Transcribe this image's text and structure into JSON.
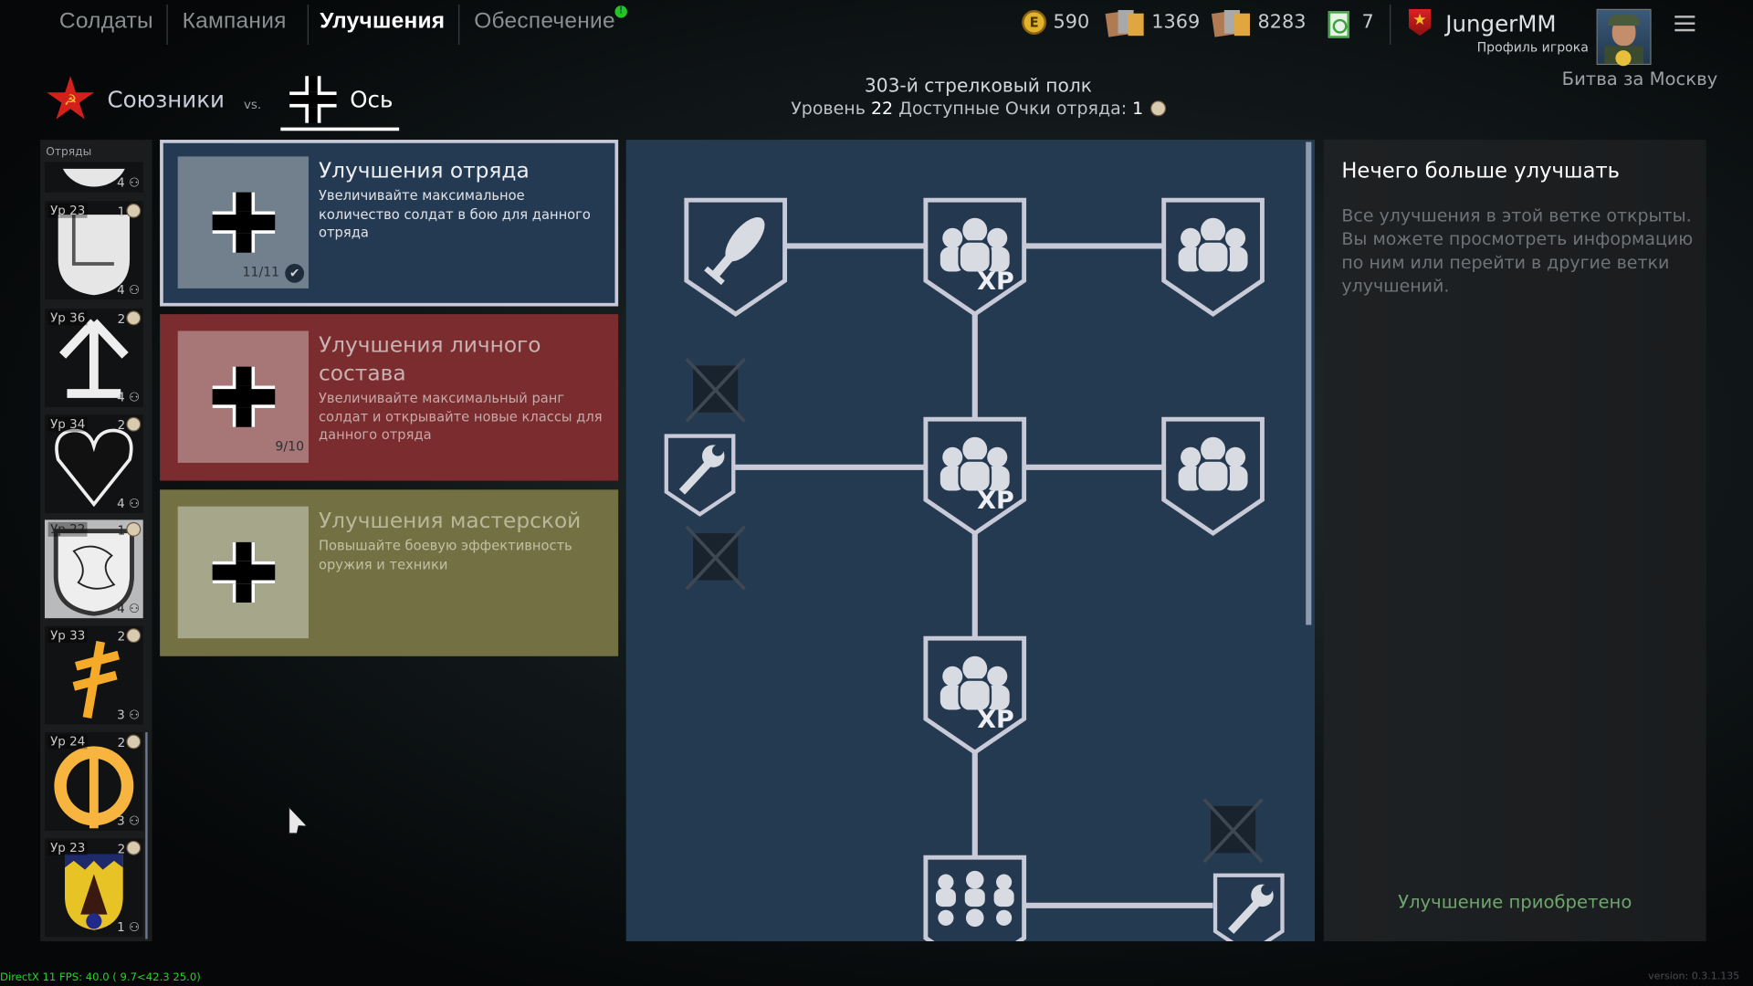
{
  "nav": {
    "tabs": [
      {
        "label": "Солдаты",
        "active": false
      },
      {
        "label": "Кампания",
        "active": false
      },
      {
        "label": "Улучшения",
        "active": true
      },
      {
        "label": "Обеспечение",
        "active": false,
        "badge": "!"
      }
    ]
  },
  "currencies": [
    {
      "icon": "gold-coin-icon",
      "value": "590"
    },
    {
      "icon": "weapon-cards-icon",
      "value": "1369"
    },
    {
      "icon": "soldier-cards-icon",
      "value": "8283"
    },
    {
      "icon": "green-refresh-ticket-icon",
      "value": "7"
    }
  ],
  "player": {
    "name": "JungerMM",
    "profile_label": "Профиль игрока",
    "campaign": "Битва за Москву"
  },
  "factions": {
    "allies": "Союзники",
    "vs": "vs.",
    "axis": "Ось",
    "selected": "axis"
  },
  "squad_header": {
    "name": "303-й стрелковый полк",
    "level_label": "Уровень",
    "level": "22",
    "points_label": "Доступные Очки отряда:",
    "points": "1"
  },
  "sidebar": {
    "title": "Отряды",
    "items": [
      {
        "level": "",
        "points": "",
        "count": "4",
        "selected": false
      },
      {
        "level": "Ур 23",
        "points": "1",
        "count": "4",
        "selected": false
      },
      {
        "level": "Ур 36",
        "points": "2",
        "count": "4",
        "selected": false
      },
      {
        "level": "Ур 34",
        "points": "2",
        "count": "4",
        "selected": false
      },
      {
        "level": "Ур 22",
        "points": "1",
        "count": "4",
        "selected": true
      },
      {
        "level": "Ур 33",
        "points": "2",
        "count": "3",
        "selected": false
      },
      {
        "level": "Ур 24",
        "points": "2",
        "count": "3",
        "selected": false
      },
      {
        "level": "Ур 23",
        "points": "2",
        "count": "1",
        "selected": false
      }
    ]
  },
  "branches": [
    {
      "title": "Улучшения отряда",
      "desc": "Увеличивайте максимальное количество солдат в бою для данного отряда",
      "progress": "11/11",
      "complete": true,
      "color": "#243a52"
    },
    {
      "title": "Улучшения личного состава",
      "desc": "Увеличивайте максимальный ранг солдат и открывайте новые классы для данного отряда",
      "progress": "9/10",
      "complete": false,
      "color": "#7a2c2e"
    },
    {
      "title": "Улучшения мастерской",
      "desc": "Повышайте боевую эффективность оружия и техники",
      "progress": "",
      "complete": false,
      "color": "#737043"
    }
  ],
  "tree": {
    "xp_label": "XP"
  },
  "info_panel": {
    "title": "Нечего больше улучшать",
    "body": "Все улучшения в этой ветке открыты. Вы можете просмотреть информацию по ним или перейти в другие ветки улучшений.",
    "status": "Улучшение приобретено"
  },
  "debug": {
    "fps": "DirectX 11 FPS: 40.0 ( 9.7<42.3 25.0)",
    "version": "version: 0.3.1.135"
  },
  "colors": {
    "accent_green": "#6fa56f",
    "tree_bg": "#243a51",
    "node_stroke": "#c9cad8"
  }
}
